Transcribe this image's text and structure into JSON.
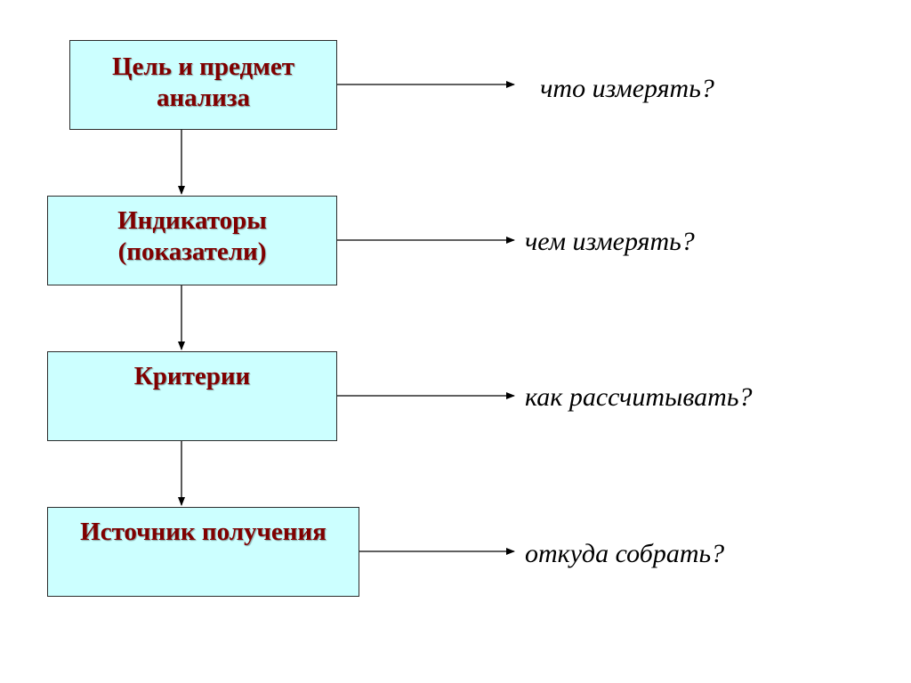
{
  "boxes": [
    {
      "label": "Цель и предмет анализа"
    },
    {
      "label": "Индикаторы (показатели)"
    },
    {
      "label": "Критерии"
    },
    {
      "label": "Источник получения"
    }
  ],
  "questions": [
    {
      "label": "что измерять?"
    },
    {
      "label": "чем измерять?"
    },
    {
      "label": "как рассчитывать?"
    },
    {
      "label": "откуда собрать?"
    }
  ],
  "colors": {
    "box_fill": "#ccffff",
    "box_text": "#800000",
    "line": "#000000"
  }
}
